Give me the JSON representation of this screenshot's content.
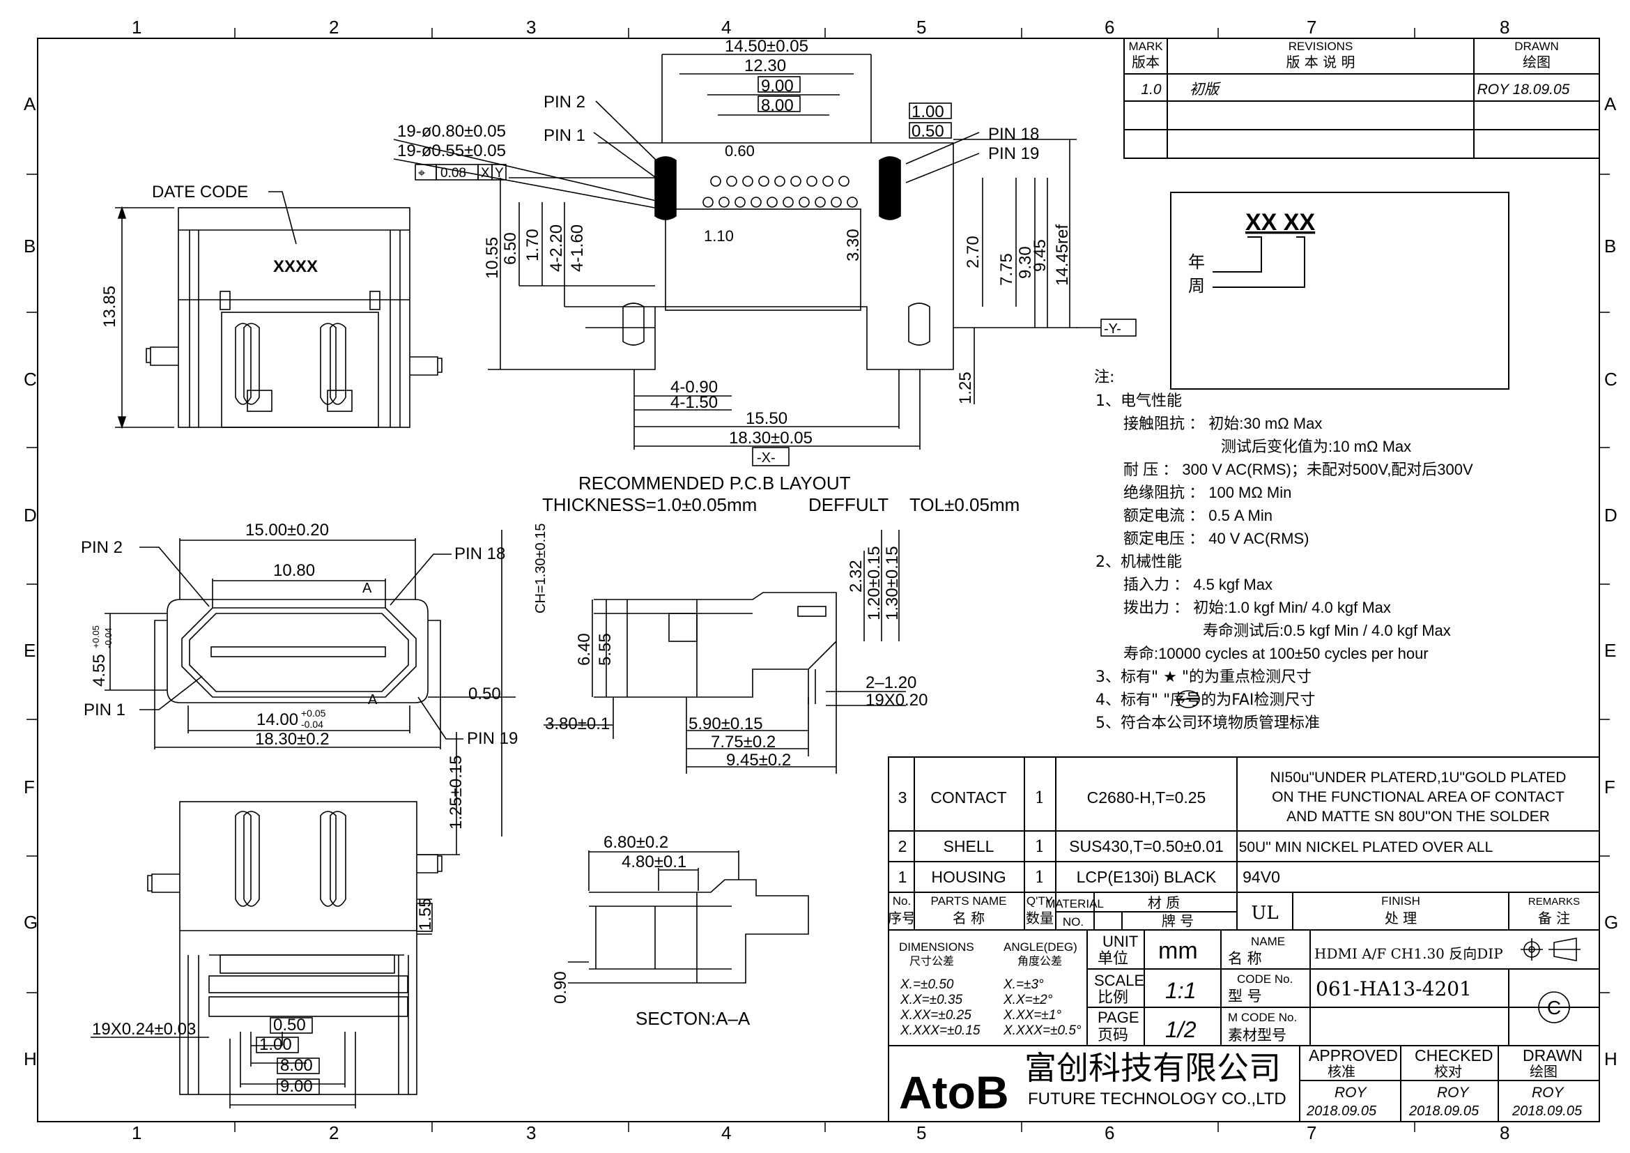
{
  "frame": {
    "col_labels": [
      "1",
      "2",
      "3",
      "4",
      "5",
      "6",
      "7",
      "8"
    ],
    "row_labels": [
      "A",
      "B",
      "C",
      "D",
      "E",
      "F",
      "G",
      "H"
    ]
  },
  "revisions": {
    "mark_label": "MARK",
    "mark_label_cn": "版本",
    "revisions_label": "REVISIONS",
    "revisions_label_cn": "版 本 说 明",
    "drawn_label": "DRAWN",
    "drawn_label_cn": "绘图",
    "rows": [
      {
        "mark": "1.0",
        "desc": "初版",
        "drawn": "ROY 18.09.05"
      }
    ]
  },
  "date_code_box": {
    "code": "XX XX",
    "year_label": "年",
    "week_label": "周"
  },
  "views": {
    "date_code_label": "DATE CODE",
    "date_code_text": "XXXX",
    "dim_13_85": "13.85",
    "pcb_title": "RECOMMENDED P.C.B LAYOUT",
    "pcb_thickness": "THICKNESS=1.0±0.05mm",
    "pcb_default": "DEFFULT",
    "pcb_tol": "TOL±0.05mm",
    "section_label": "SECTON:A–A",
    "pin1": "PIN 1",
    "pin2": "PIN 2",
    "pin18": "PIN 18",
    "pin19": "PIN 19",
    "datum_x": "-X-",
    "datum_y": "-Y-",
    "datum_a": "A",
    "pcb_dims": {
      "w1": "14.50±0.05",
      "w2": "12.30",
      "w3": "9.00",
      "w4": "8.00",
      "p100": "1.00",
      "p050": "0.50",
      "h19a": "19-ø0.80±0.05",
      "h19b": "19-ø0.55±0.05",
      "tol": "0.08",
      "tolx": "X",
      "toly": "Y",
      "d060": "0.60",
      "d110": "1.10",
      "v1055": "10.55",
      "v650": "6.50",
      "v170": "1.70",
      "v220": "4-2.20",
      "v160": "4-1.60",
      "v330": "3.30",
      "v270": "2.70",
      "v775": "7.75",
      "v930": "9.30",
      "v945": "9.45",
      "v1445": "14.45ref",
      "v125": "1.25",
      "h090": "4-0.90",
      "h150": "4-1.50",
      "h1550": "15.50",
      "h1830": "18.30±0.05"
    },
    "front_dims": {
      "w1500": "15.00±0.20",
      "w1080": "10.80",
      "w1400": "14.00",
      "w1400tol1": "+0.05",
      "w1400tol2": "-0.04",
      "w1830": "18.30±0.2",
      "h455": "4.55",
      "h455tol1": "+0.05",
      "h455tol2": "-0.04",
      "d050": "0.50"
    },
    "side_dims": {
      "ch": "CH=1.30±0.15",
      "d232": "2.32",
      "d120": "1.20±0.15",
      "d130": "1.30±0.15",
      "d640": "6.40",
      "d555": "5.55",
      "d212": "2–1.20",
      "d19x020": "19X0.20",
      "d380": "3.80±0.1",
      "d590": "5.90±0.15",
      "d775": "7.75±0.2",
      "d945": "9.45±0.2"
    },
    "bottom_dims": {
      "d125": "1.25±0.15",
      "d155": "1.55",
      "d19x024": "19X0.24±0.03",
      "d050": "0.50",
      "d100": "1.00",
      "d800": "8.00",
      "d900": "9.00"
    },
    "section_dims": {
      "d680": "6.80±0.2",
      "d480": "4.80±0.1",
      "d090": "0.90"
    }
  },
  "notes": {
    "title": "注:",
    "lines": [
      "1、电气性能",
      "接触阻抗 ： 初始:30 mΩ Max",
      "测试后变化值为:10 mΩ Max",
      "耐    压 ： 300 V AC(RMS)；未配对500V,配对后300V",
      "绝缘阻抗 ： 100 MΩ   Min",
      "额定电流 ： 0.5 A  Min",
      "额定电压 ： 40 V AC(RMS)",
      "2、机械性能",
      "插入力 ： 4.5 kgf Max",
      "拨出力 ： 初始:1.0 kgf Min/ 4.0 kgf Max",
      "寿命测试后:0.5 kgf Min / 4.0 kgf Max",
      "寿命:10000 cycles at 100±50 cycles per hour",
      "3、标有\" ★ \"的为重点检测尺寸",
      "4、标有\"       \"序号的为FAI检测尺寸",
      "5、符合本公司环境物质管理标准"
    ]
  },
  "bom": {
    "rows": [
      {
        "no": "3",
        "name": "CONTACT",
        "qty": "1",
        "material": "C2680-H,T=0.25",
        "finish": [
          "NI50u\"UNDER PLATERD,1U\"GOLD PLATED",
          "ON THE FUNCTIONAL AREA OF CONTACT",
          "AND MATTE SN 80U\"ON THE SOLDER"
        ]
      },
      {
        "no": "2",
        "name": "SHELL",
        "qty": "1",
        "material": "SUS430,T=0.50±0.01",
        "finish": [
          "50U\" MIN NICKEL PLATED OVER ALL"
        ]
      },
      {
        "no": "1",
        "name": "HOUSING",
        "qty": "1",
        "material": "LCP(E130i) BLACK",
        "grade": "94V0",
        "finish": []
      }
    ],
    "header": {
      "no": "No.",
      "no_cn": "序号",
      "parts": "PARTS NAME",
      "parts_cn": "名  称",
      "qty": "Q'TY",
      "qty_cn": "数量",
      "material": "MATERIAL",
      "material_cn": "材  质",
      "material_no": "NO.",
      "brand_cn": "牌  号",
      "ul": "UL",
      "finish": "FINISH",
      "finish_cn": "处  理",
      "remarks": "REMARKS",
      "remarks_cn": "备  注"
    }
  },
  "titleblock": {
    "dimensions_label": "DIMENSIONS",
    "dimensions_cn": "尺寸公差",
    "angle_label": "ANGLE(DEG)",
    "angle_cn": "角度公差",
    "tol_lin": [
      "X.=±0.50",
      "X.X=±0.35",
      "X.XX=±0.25",
      "X.XXX=±0.15"
    ],
    "tol_ang": [
      "X.=±3°",
      "X.X=±2°",
      "X.XX=±1°",
      "X.XXX=±0.5°"
    ],
    "unit_label": "UNIT",
    "unit_cn": "单位",
    "unit": "mm",
    "scale_label": "SCALE",
    "scale_cn": "比例",
    "scale": "1:1",
    "page_label": "PAGE",
    "page_cn": "页码",
    "page": "1/2",
    "name_label": "NAME",
    "name_cn": "名  称",
    "name": "HDMI A/F  CH1.30 反向DIP",
    "code_label": "CODE No.",
    "code_cn": "型  号",
    "code": "061-HA13-4201",
    "mcode_label": "M CODE No.",
    "mcode_cn": "素材型号",
    "company_logo": "AtoB",
    "company_cn": "富创科技有限公司",
    "company_en": "FUTURE TECHNOLOGY CO.,LTD",
    "approved_label": "APPROVED",
    "approved_cn": "核准",
    "checked_label": "CHECKED",
    "checked_cn": "校对",
    "drawn_label": "DRAWN",
    "drawn_cn": "绘图",
    "approved_by": "ROY",
    "checked_by": "ROY",
    "drawn_by": "ROY",
    "approved_date": "2018.09.05",
    "checked_date": "2018.09.05",
    "drawn_date": "2018.09.05"
  }
}
